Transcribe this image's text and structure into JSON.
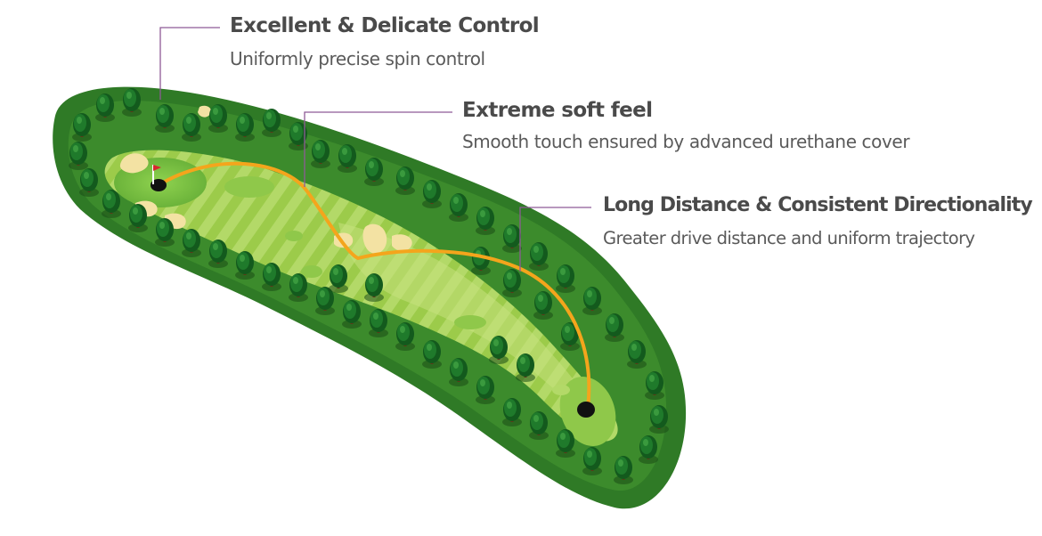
{
  "features": [
    {
      "title": "Excellent & Delicate Control",
      "subtitle": "Uniformly precise spin control"
    },
    {
      "title": "Extreme soft feel",
      "subtitle": "Smooth touch ensured by advanced urethane cover"
    },
    {
      "title": "Long Distance & Consistent Directionality",
      "subtitle": "Greater drive distance and uniform trajectory"
    }
  ],
  "colors": {
    "rough": "#2f7a26",
    "rough_dark": "#215e1b",
    "fairway": "#9ccb4a",
    "fairway_stripe": "#b3d968",
    "green": "#7dc142",
    "sand": "#f3e2a3",
    "trajectory": "#f4a51c",
    "leader_line": "#8e5a96",
    "tree": "#1f7a2b",
    "tree_dark": "#135a1d",
    "flag": "#d8262d"
  },
  "icons": {
    "flag": "flag-icon",
    "hole": "hole-icon",
    "tee_ball": "ball-icon"
  }
}
